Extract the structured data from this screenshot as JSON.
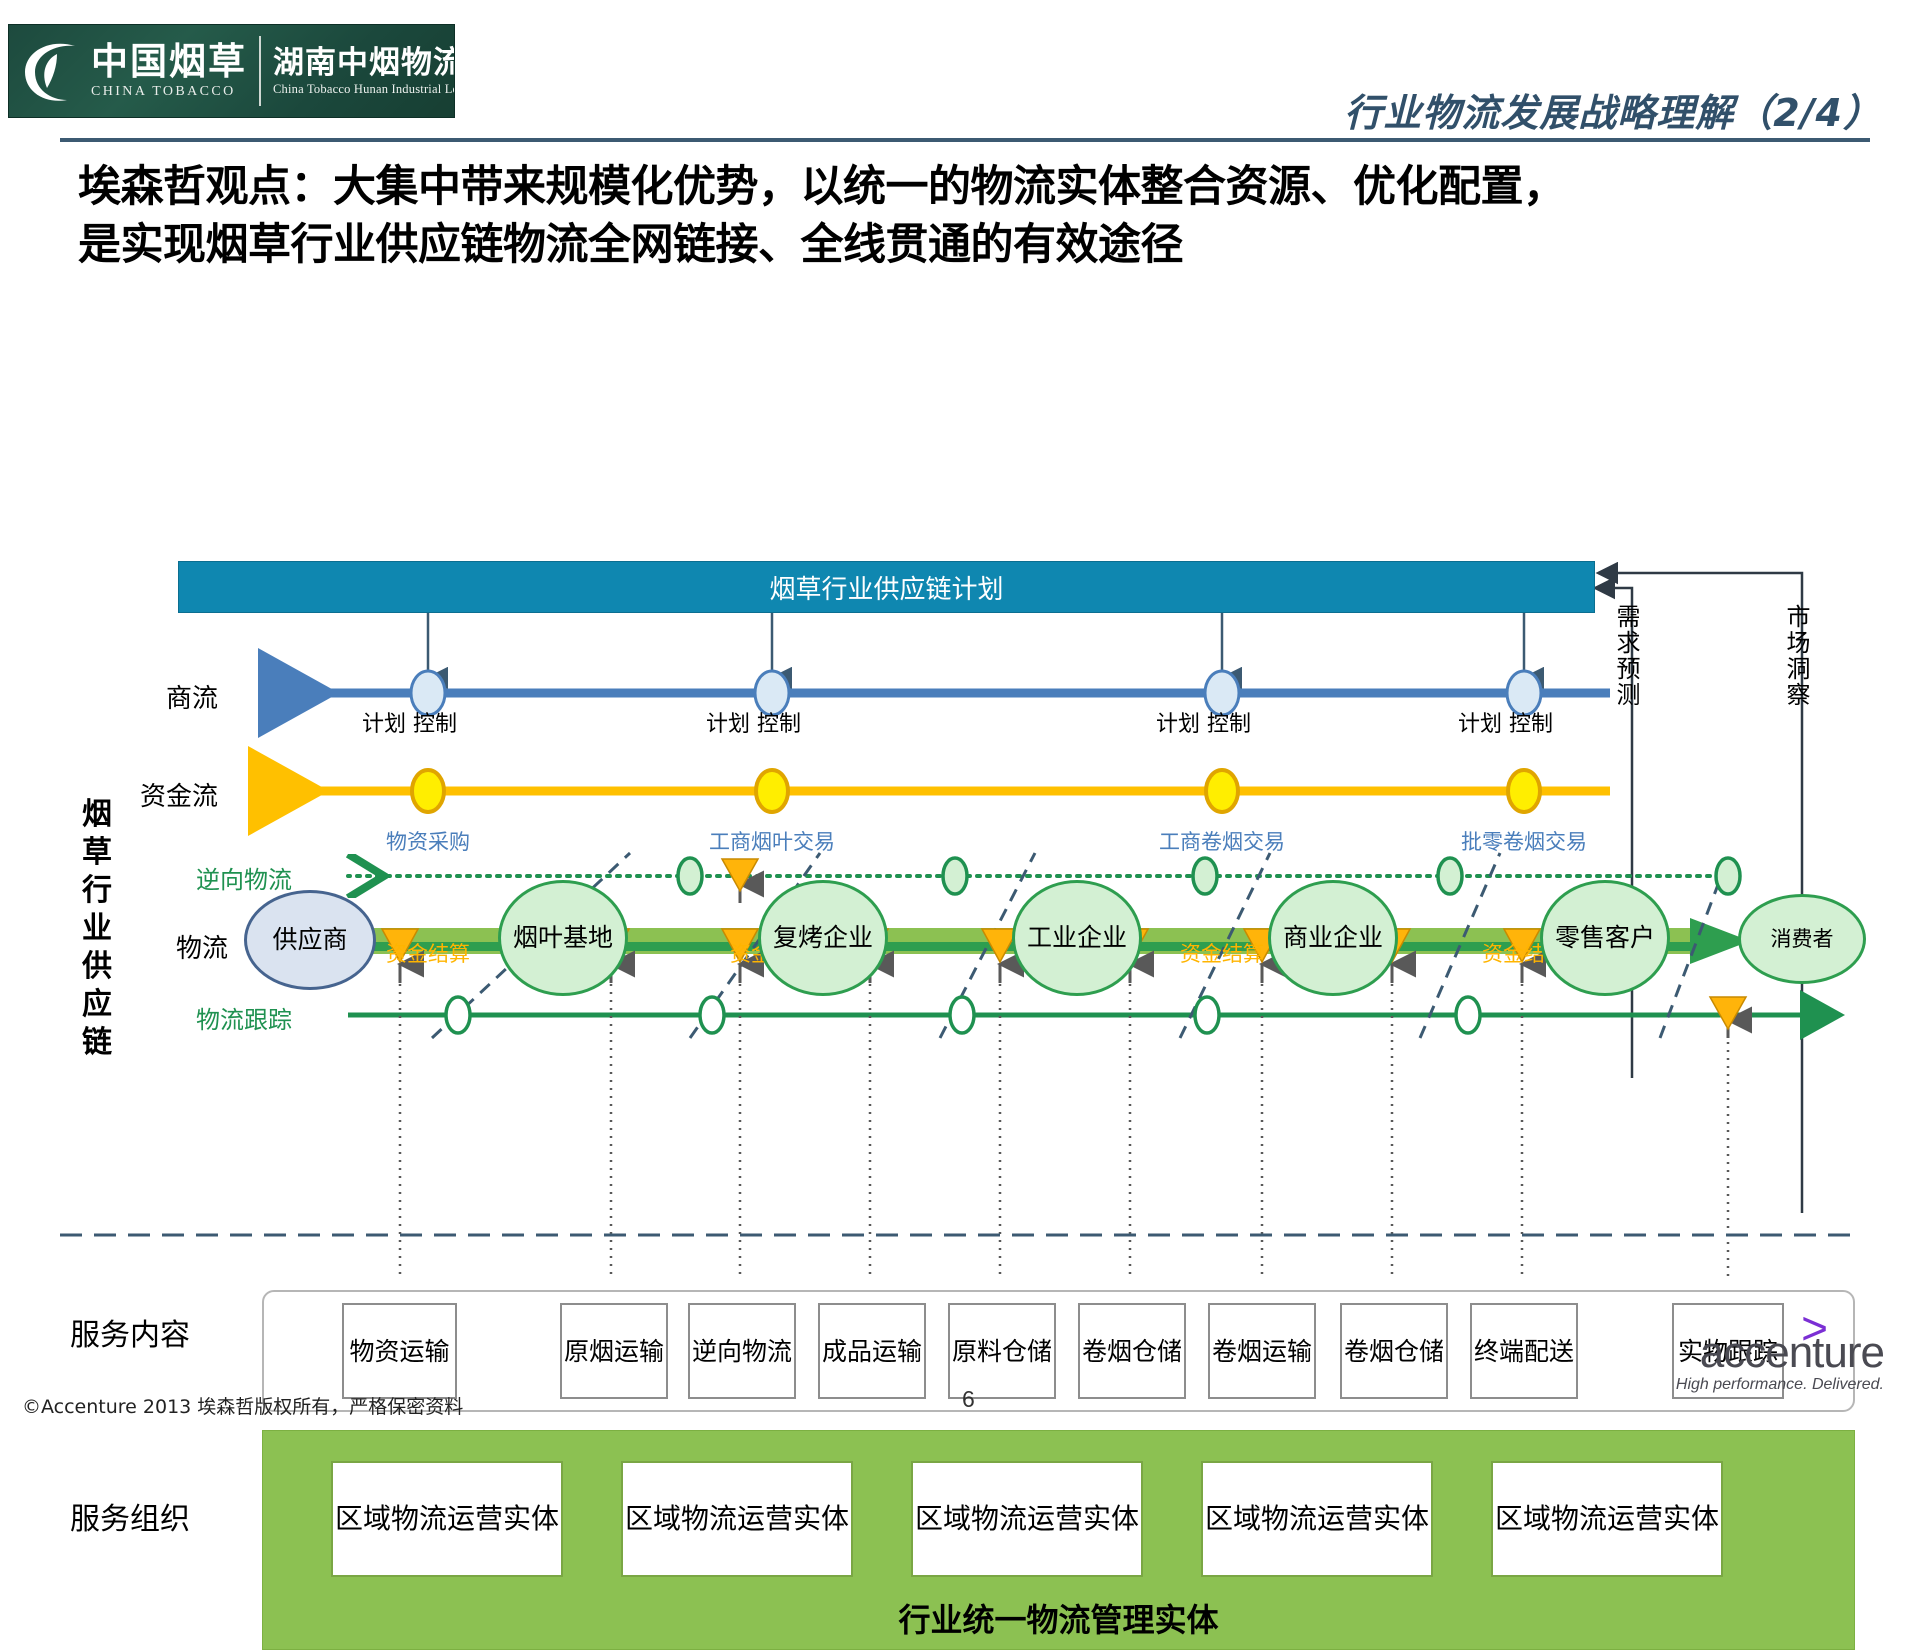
{
  "header": {
    "logo": {
      "cn_main": "中国烟草",
      "cn_sub": "CHINA TOBACCO",
      "hn_main": "湖南中烟物流有限责任公司",
      "hn_sub": "China Tobacco Hunan Industrial Logistics Co.,Ltd."
    },
    "title": "行业物流发展战略理解（2/4）",
    "accent_color": "#31506a"
  },
  "heading": "埃森哲观点：大集中带来规模化优势，以统一的物流实体整合资源、优化配置，是实现烟草行业供应链物流全网链接、全线贯通的有效途径",
  "diagram": {
    "plan_bar": "烟草行业供应链计划",
    "plan_bar_color": "#0f87b0",
    "chain_side_label": "烟草行业供应链",
    "plan_captions": [
      "计划 控制",
      "计划 控制",
      "计划 控制",
      "计划 控制"
    ],
    "rows": {
      "commerce": {
        "label": "商流",
        "color": "#4a7ebb",
        "nodes": [
          "物资采购",
          "工商烟叶交易",
          "工商卷烟交易",
          "批零卷烟交易"
        ]
      },
      "capital": {
        "label": "资金流",
        "color": "#ffc000",
        "nodes": [
          "资金结算",
          "资金结算",
          "资金结算",
          "资金结算"
        ]
      },
      "reverse": {
        "label": "逆向物流",
        "color": "#1f9150"
      },
      "logistics": {
        "label": "物流",
        "color": "#2e9e4f",
        "nodes": [
          "供应商",
          "烟叶基地",
          "复烤企业",
          "工业企业",
          "商业企业",
          "零售客户",
          "消费者"
        ]
      },
      "tracking": {
        "label": "物流跟踪",
        "color": "#1f9150"
      }
    },
    "right_labels": [
      "需求预测",
      "市场洞察"
    ],
    "service_content": {
      "label": "服务内容",
      "items": [
        "物资运输",
        "原烟运输",
        "逆向物流",
        "成品运输",
        "原料仓储",
        "卷烟仓储",
        "卷烟运输",
        "卷烟仓储",
        "终端配送",
        "实物跟踪"
      ]
    },
    "service_org": {
      "label": "服务组织",
      "items": [
        "区域物流运营实体",
        "区域物流运营实体",
        "区域物流运营实体",
        "区域物流运营实体",
        "区域物流运营实体"
      ],
      "footer": "行业统一物流管理实体",
      "band_color": "#8cc152"
    }
  },
  "footer": {
    "copyright": "©Accenture 2013 埃森哲版权所有，严格保密资料",
    "page_number": "6",
    "brand": "accenture",
    "tagline": "High performance. Delivered."
  }
}
